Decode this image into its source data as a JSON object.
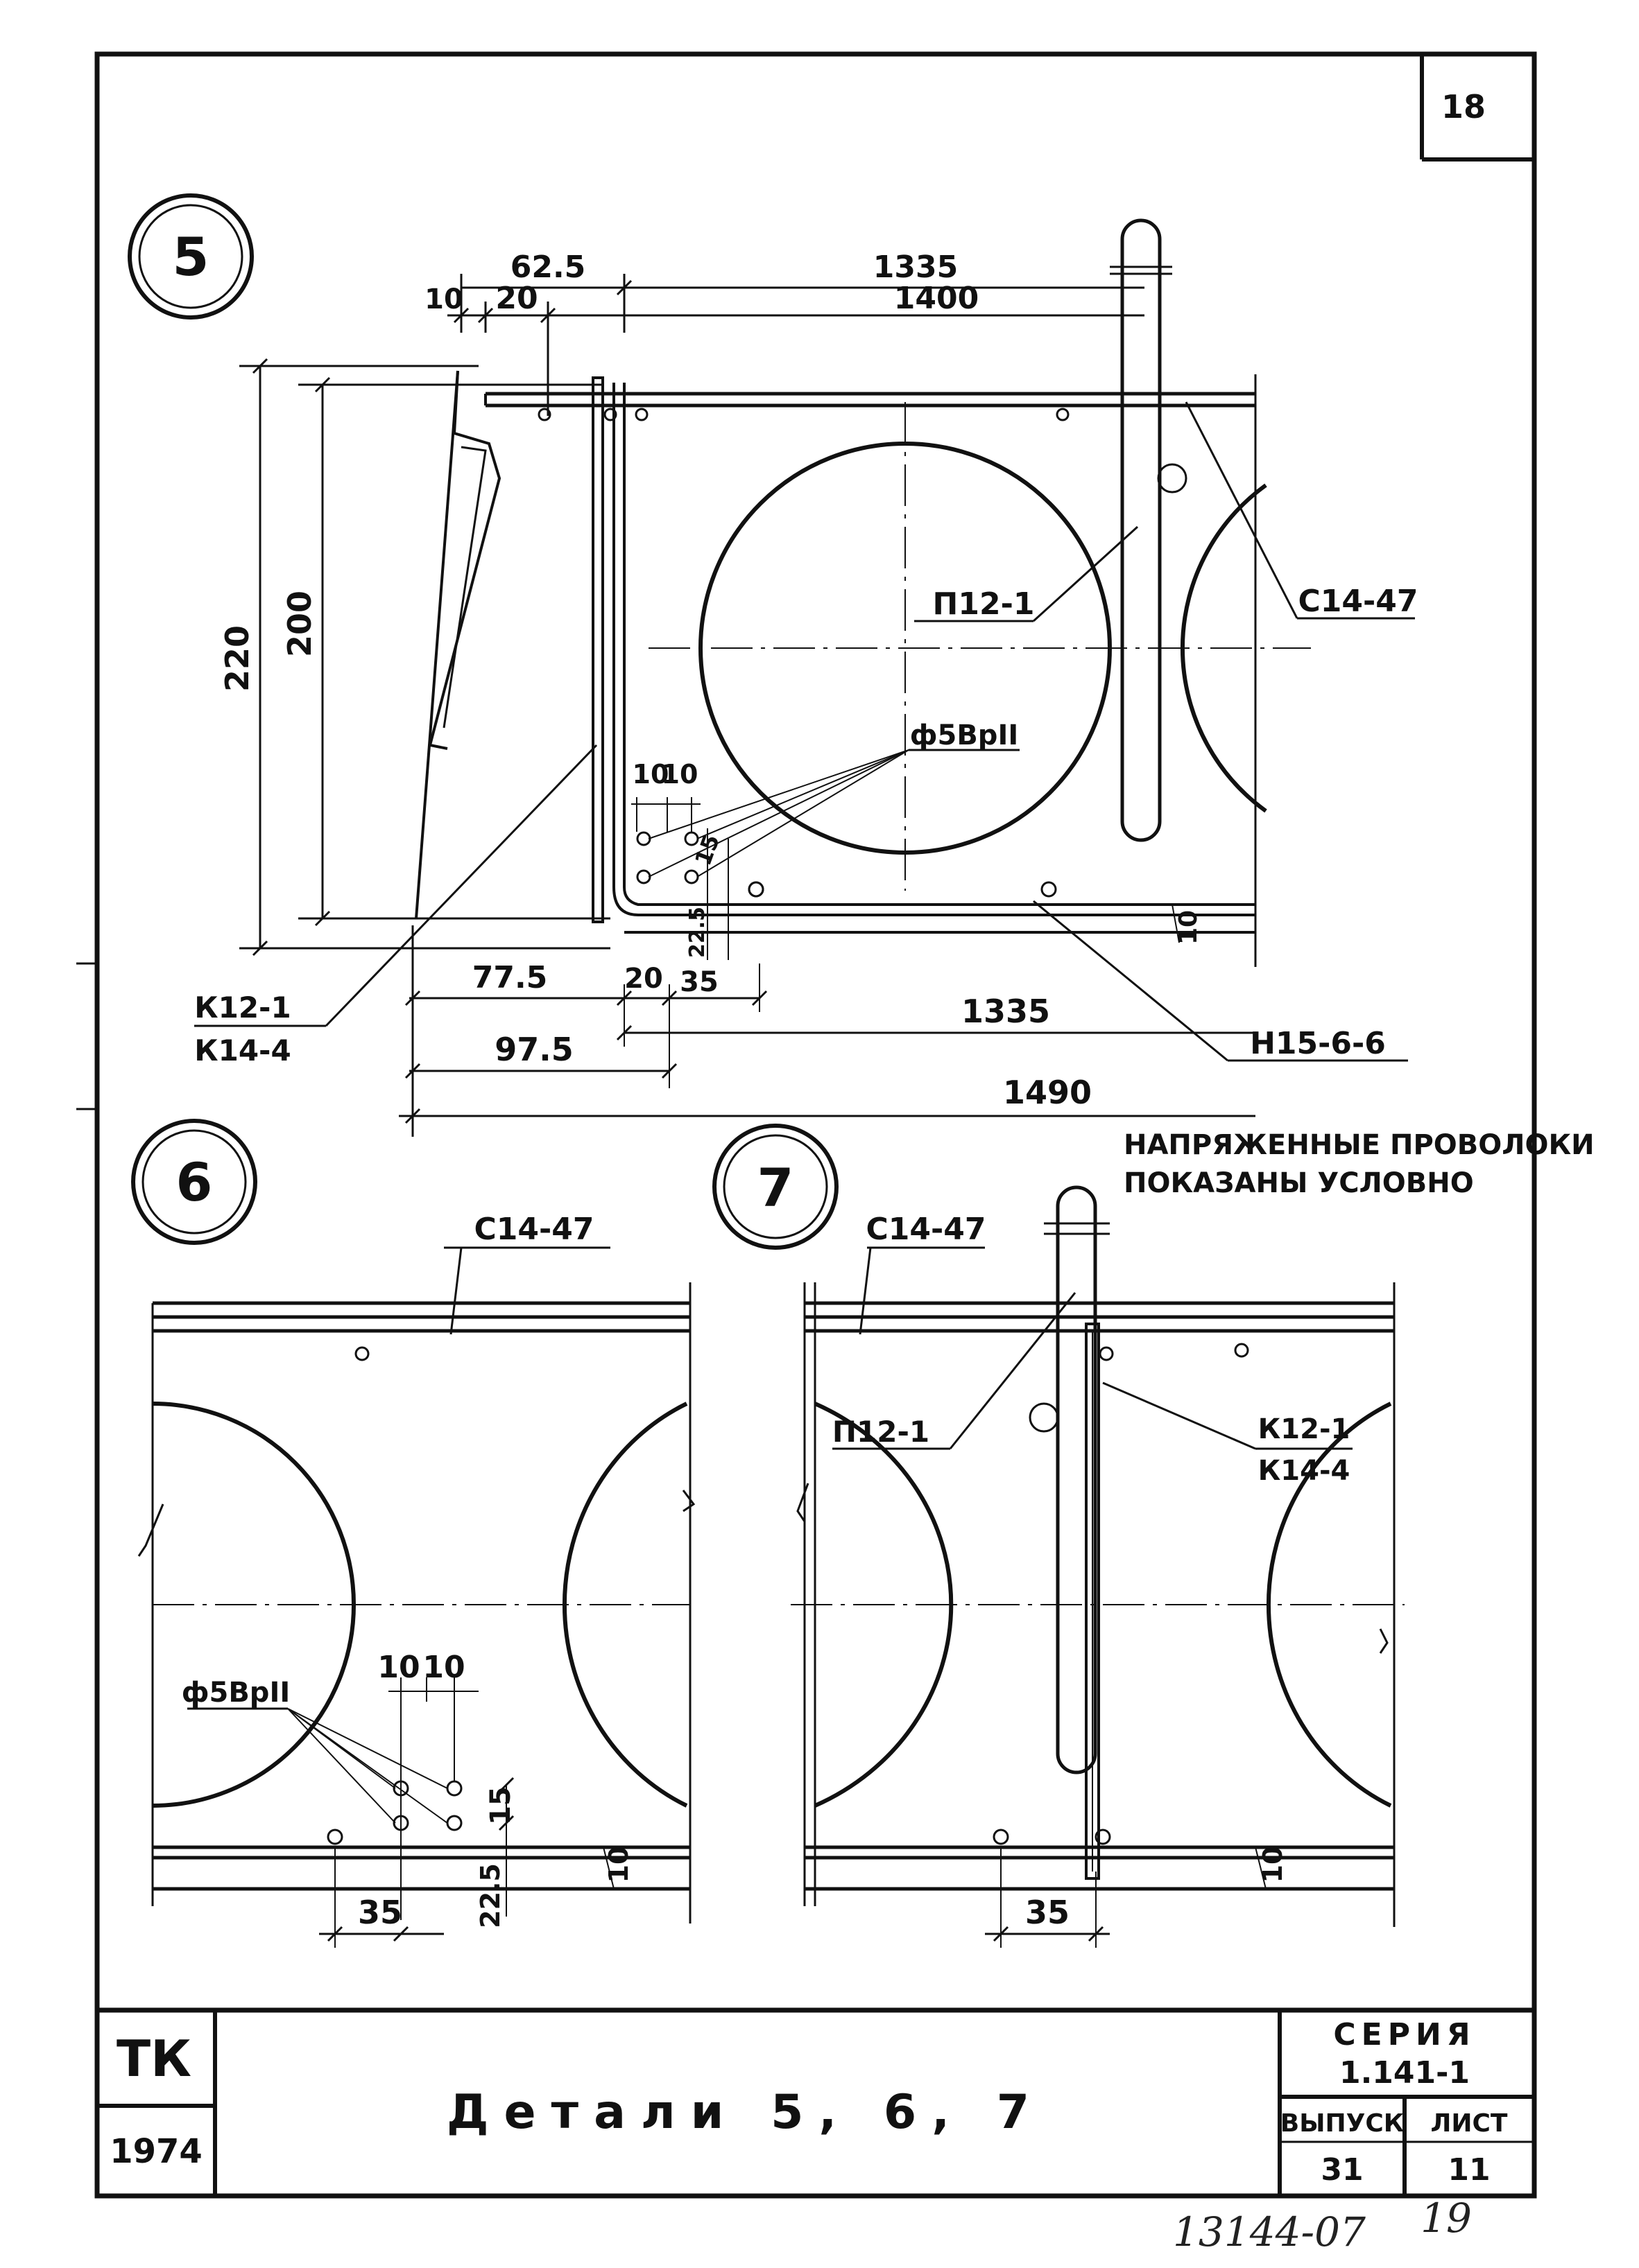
{
  "sheet": {
    "number": "18",
    "stamp": "13144-07",
    "stamp_extra": "19"
  },
  "title_block": {
    "org": "ТК",
    "year": "1974",
    "title": "Детали 5, 6, 7",
    "series_label": "СЕРИЯ",
    "series_value": "1.141-1",
    "issue_label": "ВЫПУСК",
    "issue_value": "31",
    "sheet_label": "ЛИСТ",
    "sheet_value": "11"
  },
  "note": {
    "line1": "НАПРЯЖЕННЫЕ ПРОВОЛОКИ",
    "line2": "ПОКАЗАНЫ УСЛОВНО"
  },
  "detail5": {
    "label": "5",
    "dims": {
      "d62_5": "62.5",
      "d1335_top": "1335",
      "d10": "10",
      "d20": "20",
      "d1400": "1400",
      "d220": "220",
      "d200": "200",
      "d10a": "10",
      "d10b": "10",
      "d15": "15",
      "d22_5": "22.5",
      "d10_right": "10",
      "d77_5": "77.5",
      "d20b": "20",
      "d35": "35",
      "d1335_bot": "1335",
      "d97_5": "97.5",
      "d1490": "1490"
    },
    "labels": {
      "p12": "П12-1",
      "c14": "С14-47",
      "wire": "ф5ВрII",
      "k12": "К12-1",
      "k14": "К14-4",
      "n15": "Н15-6-6"
    }
  },
  "detail6": {
    "label": "6",
    "labels": {
      "c14": "С14-47",
      "wire": "ф5ВрII"
    },
    "dims": {
      "d10a": "10",
      "d10b": "10",
      "d15": "15",
      "d10_right": "10",
      "d35": "35",
      "d22_5": "22.5"
    }
  },
  "detail7": {
    "label": "7",
    "labels": {
      "c14": "С14-47",
      "p12": "П12-1",
      "k12": "К12-1",
      "k14": "К14-4"
    },
    "dims": {
      "d10_right": "10",
      "d35": "35"
    }
  }
}
